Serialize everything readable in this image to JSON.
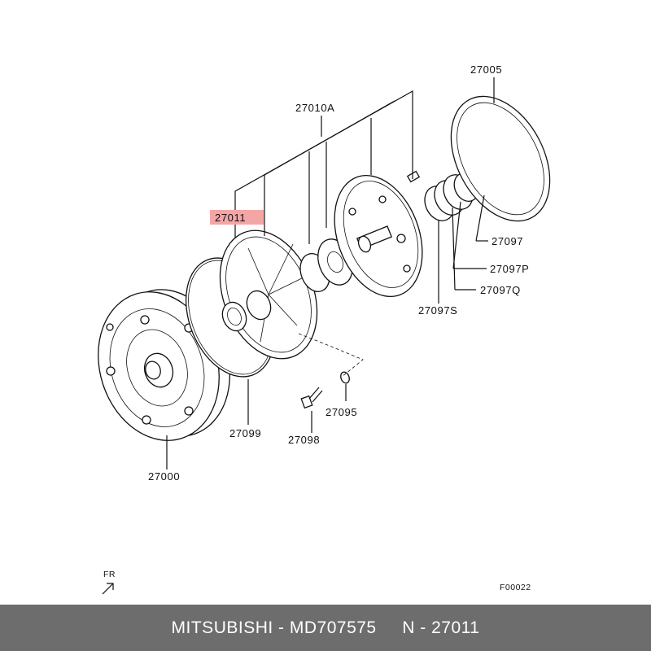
{
  "labels": {
    "p27005": "27005",
    "p27010A": "27010A",
    "p27011": "27011",
    "p27097": "27097",
    "p27097P": "27097P",
    "p27097Q": "27097Q",
    "p27097S": "27097S",
    "p27099": "27099",
    "p27098": "27098",
    "p27095": "27095",
    "p27000": "27000"
  },
  "direction_label": "FR",
  "figure_code": "F00022",
  "footer": {
    "brand": "MITSUBISHI",
    "part_number": "MD707575",
    "ref": "N - 27011",
    "text": "MITSUBISHI - MD707575     N - 27011"
  },
  "colors": {
    "highlight": "#f4a6a6",
    "footer_bg": "#6d6d6d",
    "line": "#111111"
  }
}
